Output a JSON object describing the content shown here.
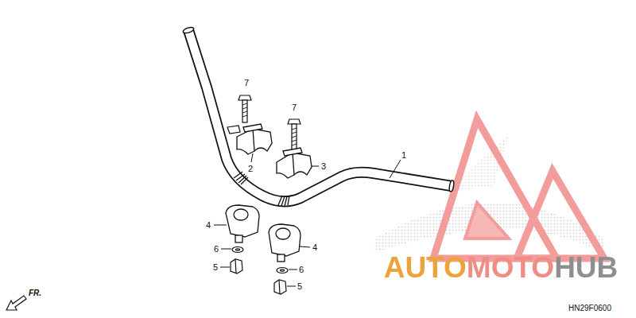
{
  "diagram": {
    "labels": [
      "7",
      "7",
      "2",
      "3",
      "1",
      "4",
      "6",
      "5",
      "4",
      "6",
      "5",
      "FR.",
      "HN29F0600",
      "AUTOMOTOHUB"
    ]
  }
}
